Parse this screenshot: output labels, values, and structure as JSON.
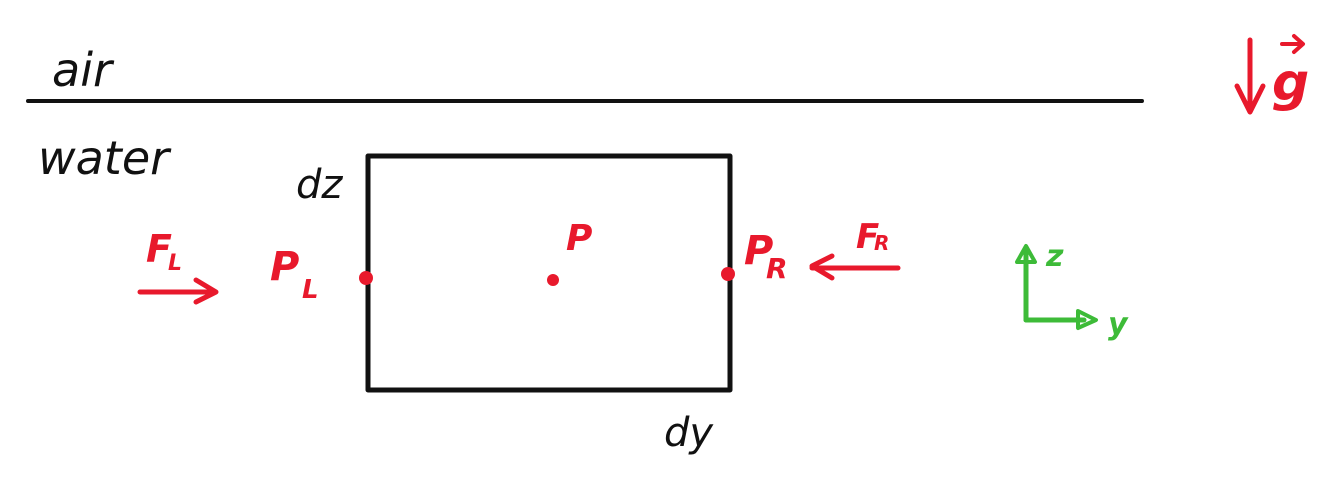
{
  "labels": {
    "air": "air",
    "water": "water",
    "gravity_symbol": "g",
    "dz": "dz",
    "dy": "dy",
    "p_center": "P",
    "p_left_main": "P",
    "p_left_sub": "L",
    "p_right_main": "P",
    "p_right_sub": "R",
    "f_left_main": "F",
    "f_left_sub": "L",
    "f_right_main": "F",
    "f_right_sub": "R",
    "axis_z": "z",
    "axis_y": "y"
  },
  "colors": {
    "ink": "#111111",
    "pressure_force": "#e8192c",
    "axes": "#3dbb38"
  }
}
